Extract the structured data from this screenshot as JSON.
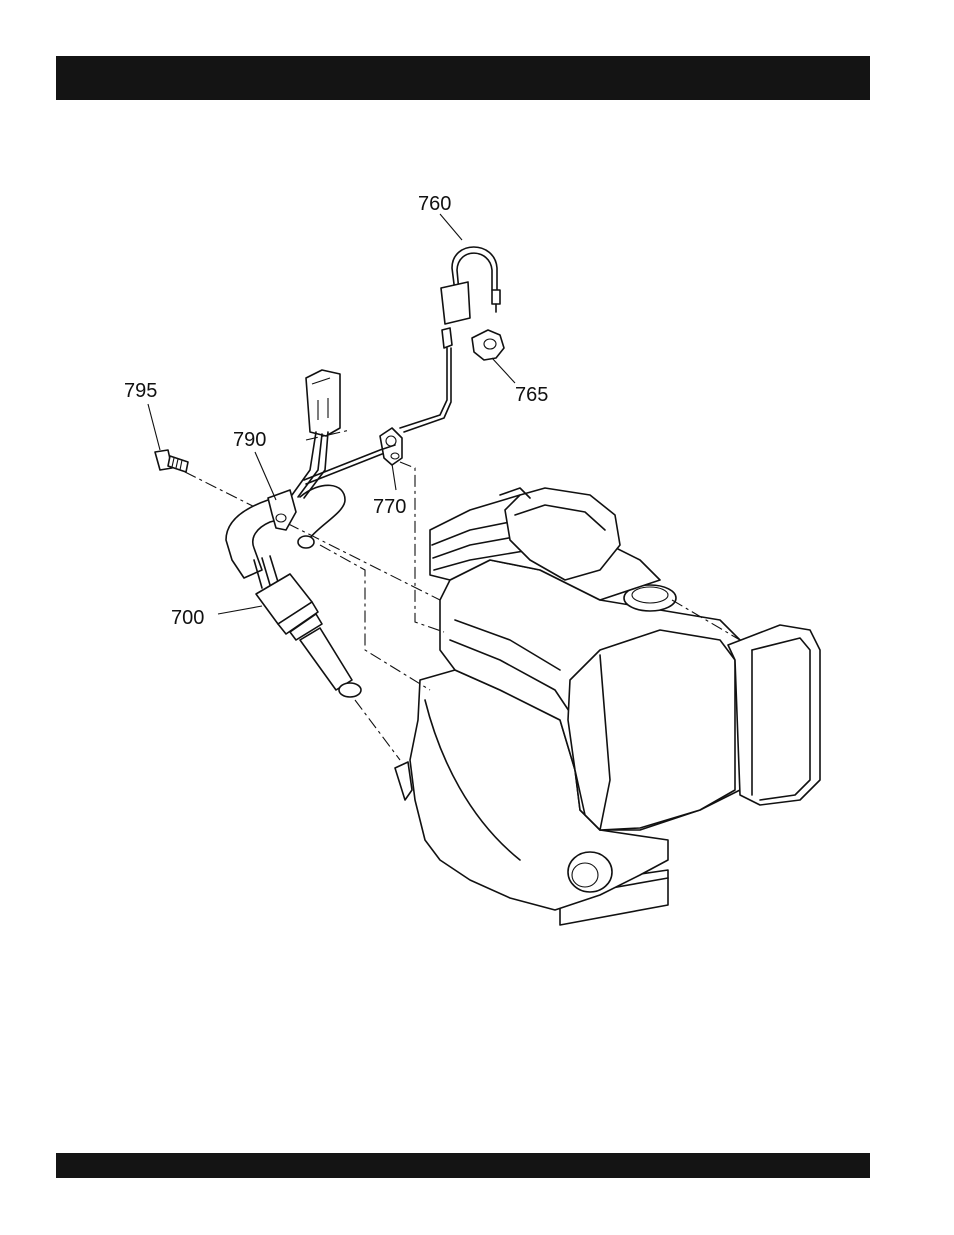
{
  "header_bar": {
    "color": "#141414"
  },
  "footer_bar": {
    "color": "#141414"
  },
  "callouts": {
    "c760": "760",
    "c765": "765",
    "c795": "795",
    "c790": "790",
    "c770": "770",
    "c700": "700"
  }
}
